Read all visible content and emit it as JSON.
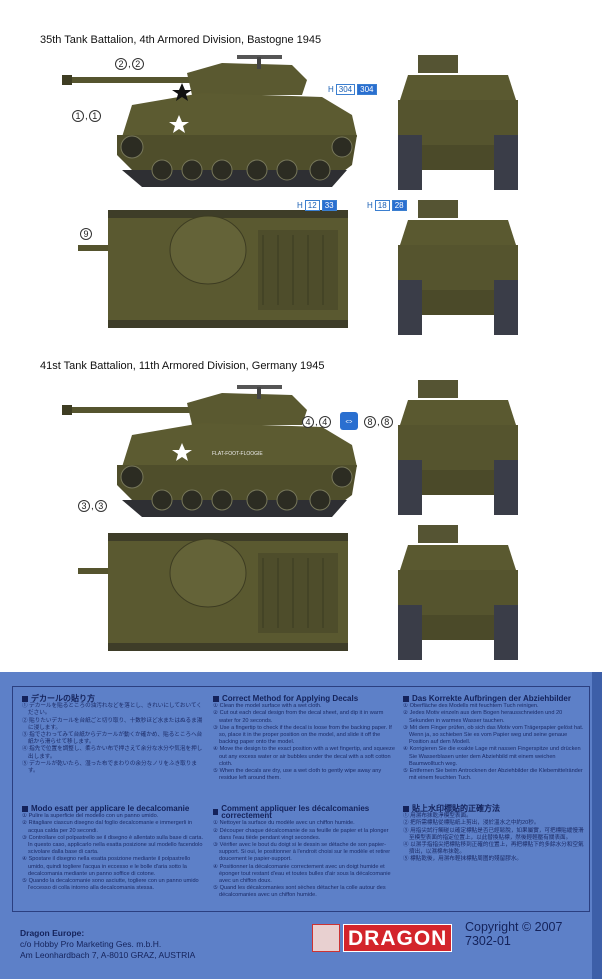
{
  "scheme1": {
    "title": "35th Tank Battalion, 4th Armored Division, Bastogne 1945",
    "callouts": {
      "c22": [
        "2",
        "2"
      ],
      "c11": [
        "1",
        "1"
      ],
      "c9": "9"
    },
    "h_codes": [
      {
        "h": "H",
        "a": "304",
        "b": "304"
      },
      {
        "h": "H",
        "a": "12",
        "b": "33"
      },
      {
        "h": "H",
        "a": "18",
        "b": "28"
      }
    ]
  },
  "scheme2": {
    "title": "41st Tank Battalion, 11th Armored Division, Germany 1945",
    "callouts": {
      "c44": [
        "4",
        "4"
      ],
      "c88": [
        "8",
        "8"
      ],
      "c33": [
        "3",
        "3"
      ]
    },
    "hull_name": "FLAT-FOOT-FLOOGIE"
  },
  "instructions": {
    "ja": {
      "title": "デカールの貼り方",
      "steps": [
        "① デカールを貼るところの油汚れなどを落とし、きれいにしておいてください。",
        "② 貼りたいデカールを台紙ごと切り取り、十数秒ほど水またはぬるま湯に浸します。",
        "③ 指でさわってみて台紙からデカールが動くか確かめ、貼るところへ台紙から滑らせて移します。",
        "④ 指先で位置を調整し、柔らかい布で押さえて余分な水分や気泡を押し出します。",
        "⑤ デカールが乾いたら、湿った布でまわりの余分なノリをふき取ります。"
      ]
    },
    "en": {
      "title": "Correct Method for Applying Decals",
      "steps": [
        "① Clean the model surface with a wet cloth.",
        "② Cut out each decal design from the decal sheet, and dip it in warm water for 20 seconds.",
        "③ Use a fingertip to check if the decal is loose from the backing paper. If so, place it in the proper position on the model, and slide it off the backing paper onto the model.",
        "④ Move the design to the exact position with a wet fingertip, and squeeze out any excess water or air bubbles under the decal with a soft cotton cloth.",
        "⑤ When the decals are dry, use a wet cloth to gently wipe away any residue left around them."
      ]
    },
    "de": {
      "title": "Das Korrekte Aufbringen der Abziehbilder",
      "steps": [
        "① Oberfläche des Modells mit feuchtem Tuch reinigen.",
        "② Jedes Motiv einzeln aus dem Bogen herausschneiden und 20 Sekunden in warmes Wasser tauchen.",
        "③ Mit dem Finger prüfen, ob sich das Motiv vom Trägerpapier gelöst hat. Wenn ja, so schieben Sie es vom Papier weg und seine genaue Position auf dem Modell.",
        "④ Korrigieren Sie die exakte Lage mit nassen Fingerspitze und drücken Sie Wasserblasen unter dem Abziehbild mit einem weichen Baumwolltuch weg.",
        "⑤ Entfernen Sie beim Antrocknen der Abziehbilder die Klebemittelränder mit einem feuchten Tuch."
      ]
    },
    "it": {
      "title": "Modo esatt per applicare le decalcomanie",
      "steps": [
        "① Pulire la superficie del modello con un panno umido.",
        "② Ritagliare ciascun disegno dal foglio decalcomanie e immergerli in acqua calda per 20 secondi.",
        "③ Controllare col polpastrello se il disegno è allentato sulla base di carta. In questo caso, applicarlo nella esatta posizione sul modello facendolo scivolare dalla base di carta.",
        "④ Spostare il disegno nella esatta posizione mediante il polpastrello umido, quindi togliere l'acqua in eccesso e le bolle d'aria sotto la decalcomania mediante un panno soffice di cotone.",
        "⑤ Quando la decalcomanie sono asciutte, togliere con un panno umido l'eccesso di colla intorno alla decalcomania stessa."
      ]
    },
    "fr": {
      "title": "Comment appliquer les décalcomanies correctement",
      "steps": [
        "① Nettoyer la surface du modèle avec un chiffon humide.",
        "② Découper chaque décalcomanie de sa feuille de papier et la plonger dans l'eau tiède pendant vingt secondes.",
        "③ Vérifier avec le bout du doigt si le dessin se détache de son papier-support. Si oui, le positionner à l'endroit choisi sur le modèle et retirer doucement le papier-support.",
        "④ Positionner la décalcomanie correctement avec un doigt humide et éponger tout restant d'eau et toutes bulles d'air sous la décalcomanie avec un chiffon doux.",
        "⑤ Quand les décalcomanies sont sèches détacher la colle autour des décalcomanies avec un chiffon humide."
      ]
    },
    "zh": {
      "title": "貼上水印標貼的正確方法",
      "steps": [
        "① 用濕布抹乾淨模型表面。",
        "② 把所需標貼從標貼紙上剪出，浸於溫水之中約20秒。",
        "③ 用指尖試行觸碰以確定標貼是否已經鬆脫，如果屬實，可把標貼緩慢滑至模型表面的指定位置上，以此替換貼標，然後輕輕壓有關表面。",
        "④ 以濕手指指尖把標貼移到正確的位置上，再把標貼下的多餘水分和空氣擠出，以濕棉布抹乾。",
        "⑤ 標貼乾後，用濕布輕抹標貼周圍的殘留膠水。"
      ]
    }
  },
  "footer": {
    "company": "Dragon Europe:",
    "line1": "c/o Hobby Pro Marketing Ges. m.b.H.",
    "line2": "Am Leonhardbach 7, A-8010 GRAZ, AUSTRIA",
    "brand": "DRAGON",
    "copyright": "Copyright © 2007",
    "code": "7302-01"
  },
  "colors": {
    "olive": "#59582f",
    "blue_bg": "#5d80c8",
    "dragon_red": "#d3242b"
  }
}
